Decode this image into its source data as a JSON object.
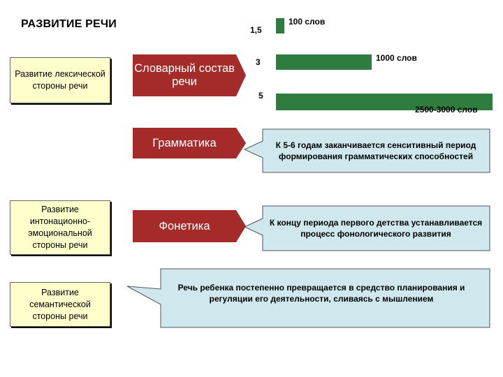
{
  "title": "РАЗВИТИЕ РЕЧИ",
  "left_boxes": [
    "Развитие лексической стороны речи",
    "Развитие интонационно-эмоциональной стороны речи",
    "Развитие семантической стороны речи"
  ],
  "middle_shapes": [
    "Словарный состав речи",
    "Грамматика",
    "Фонетика"
  ],
  "vocabulary_bars": [
    {
      "age": "1,5",
      "label": "100   слов",
      "words": 100
    },
    {
      "age": "3",
      "label": "1000 слов",
      "words": 1000
    },
    {
      "age": "5",
      "label": "2500-3000 слов",
      "words": 2750
    }
  ],
  "callouts": [
    "К 5-6 годам заканчивается сенситивный период формирования грамматических способностей",
    "К концу периода первого детства устанавливается процесс фонологического развития",
    "Речь ребенка постепенно превращается в средство планирования и регуляции его деятельности, сливаясь с мышлением"
  ],
  "colors": {
    "left_box_fill": "#ffffcc",
    "shape_fill": "#a52a2a",
    "bar_fill": "#2e7d3e",
    "callout_fill": "#cfe8ee"
  }
}
